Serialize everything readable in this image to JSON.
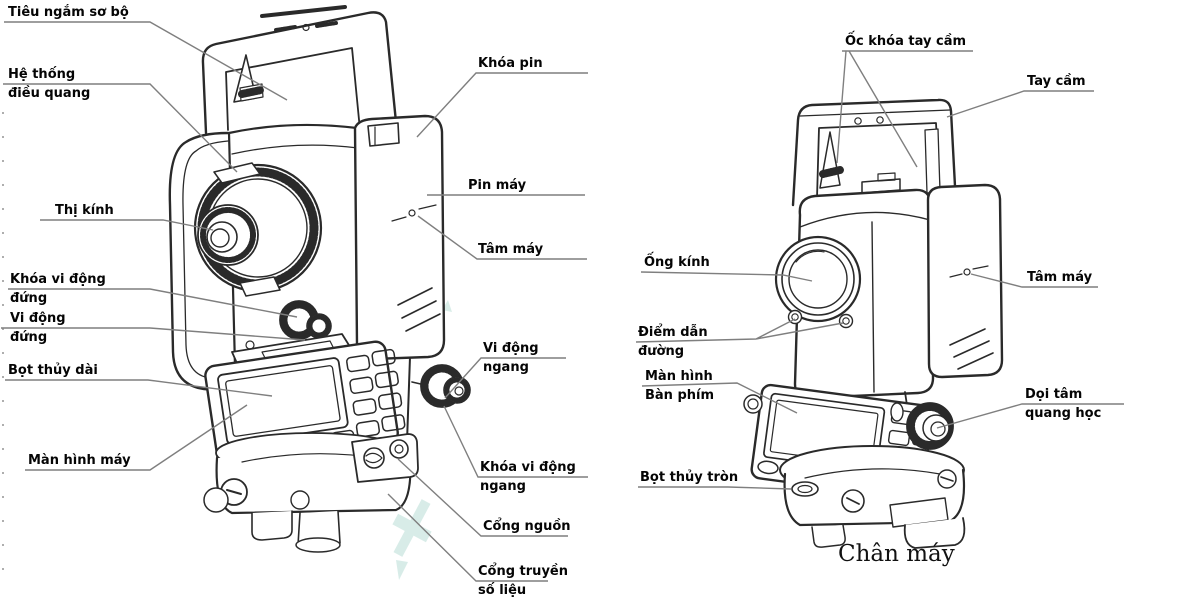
{
  "diagram": {
    "description": "Labeled diagram of an electronic total station (surveying instrument), two views",
    "language": "Vietnamese",
    "colors": {
      "background": "#ffffff",
      "label_text": "#050505",
      "leader_line": "#7f7f7f",
      "line_art": "#2a2a2a",
      "watermark": "#b9ded6"
    },
    "left_figure": {
      "view": "rear / eyepiece side view",
      "labels": {
        "preliminary_sight": {
          "line1": "Tiêu ngắm sơ bộ"
        },
        "focusing_system": {
          "line1": "Hệ thống",
          "line2": "điều quang"
        },
        "eyepiece": {
          "line1": "Thị kính"
        },
        "vertical_clamp": {
          "line1": "Khóa vi động",
          "line2": "đứng"
        },
        "vertical_tangent": {
          "line1": "Vi động",
          "line2": "đứng"
        },
        "plate_level": {
          "line1": "Bọt thủy dài"
        },
        "display_screen": {
          "line1": "Màn hình máy"
        },
        "battery_lock": {
          "line1": "Khóa pin"
        },
        "battery": {
          "line1": "Pin máy"
        },
        "instrument_center": {
          "line1": "Tâm máy"
        },
        "horizontal_tangent": {
          "line1": "Vi động",
          "line2": "ngang"
        },
        "horizontal_clamp": {
          "line1": "Khóa vi động",
          "line2": "ngang"
        },
        "power_port": {
          "line1": "Cổng nguồn"
        },
        "data_port": {
          "line1": "Cổng truyền",
          "line2": "số liệu"
        }
      }
    },
    "right_figure": {
      "view": "front / objective lens view",
      "labels": {
        "handle_lock": {
          "line1": "Ốc khóa tay cầm"
        },
        "handle": {
          "line1": "Tay cầm"
        },
        "objective_lens": {
          "line1": "Ống kính"
        },
        "guide_light": {
          "line1": "Điểm dẫn",
          "line2": "đường"
        },
        "display_keyboard": {
          "line1": "Màn hình",
          "line2": "Bàn phím"
        },
        "instrument_center": {
          "line1": "Tâm máy"
        },
        "optical_plummet": {
          "line1": "Dọi tâm",
          "line2": "quang học"
        },
        "circular_level": {
          "line1": "Bọt thủy tròn"
        },
        "tripod": {
          "line1": "Chân máy"
        }
      }
    }
  }
}
